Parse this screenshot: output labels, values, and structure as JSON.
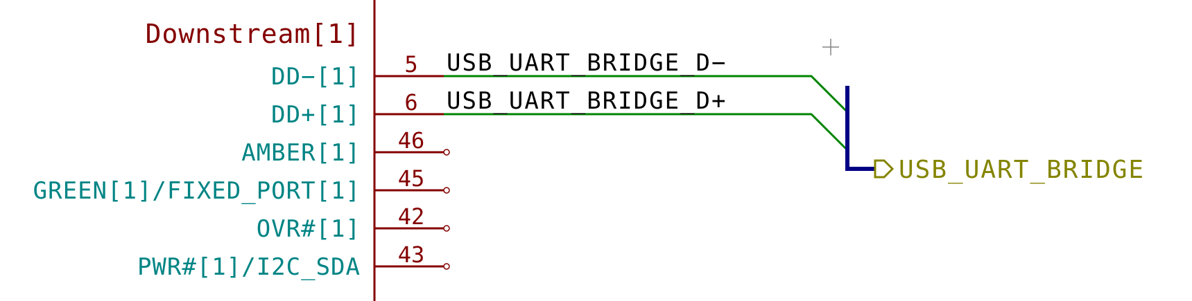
{
  "colors": {
    "symbol_body": "#840000",
    "pin_name": "#008484",
    "wire": "#008400",
    "bus": "#000084",
    "net_label": "#000000",
    "global_label": "#848400",
    "cursor": "#848484"
  },
  "symbol": {
    "section_label": "Downstream[1]",
    "pins": [
      {
        "name": "DD−[1]",
        "number": "5",
        "connected": true
      },
      {
        "name": "DD+[1]",
        "number": "6",
        "connected": true
      },
      {
        "name": "AMBER[1]",
        "number": "46",
        "connected": false
      },
      {
        "name": "GREEN[1]/FIXED_PORT[1]",
        "number": "45",
        "connected": false
      },
      {
        "name": "OVR#[1]",
        "number": "42",
        "connected": false
      },
      {
        "name": "PWR#[1]/I2C_SDA",
        "number": "43",
        "connected": false
      }
    ]
  },
  "nets": [
    {
      "label": "USB_UART_BRIDGE_D−"
    },
    {
      "label": "USB_UART_BRIDGE_D+"
    }
  ],
  "bus": {
    "global_label": "USB_UART_BRIDGE"
  }
}
